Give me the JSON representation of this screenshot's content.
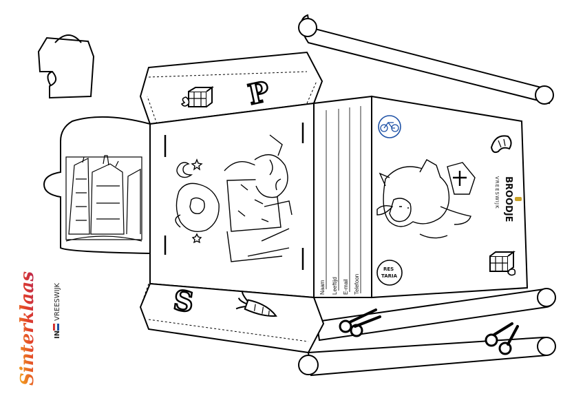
{
  "form": {
    "name_label": "Naam",
    "age_label": "Leeftijd",
    "email_label": "E-mail",
    "phone_label": "Telefoon"
  },
  "brand": {
    "name": "BROODJE",
    "place": "VREESWIJK",
    "restaurant_line1": "RES",
    "restaurant_line2": "TARIA"
  },
  "logo": {
    "title": "Sinterklaas",
    "in": "IN",
    "place": "VREESWIJK"
  },
  "letters": {
    "top": "P",
    "bottom": "S"
  },
  "colors": {
    "outline": "#000000",
    "paper": "#ffffff",
    "logo_gradient_start": "#f5b21c",
    "logo_gradient_mid": "#e2402a",
    "logo_gradient_end": "#b01f57",
    "flag_blue": "#1c4fa0",
    "flag_red": "#d62a2a",
    "accent_gold": "#c9a227",
    "bike_blue": "#1b4fa5"
  },
  "icons": [
    "scissors-icon",
    "gift-icon",
    "carrot-icon",
    "moon-icon",
    "bicycle-icon",
    "bag-icon"
  ]
}
